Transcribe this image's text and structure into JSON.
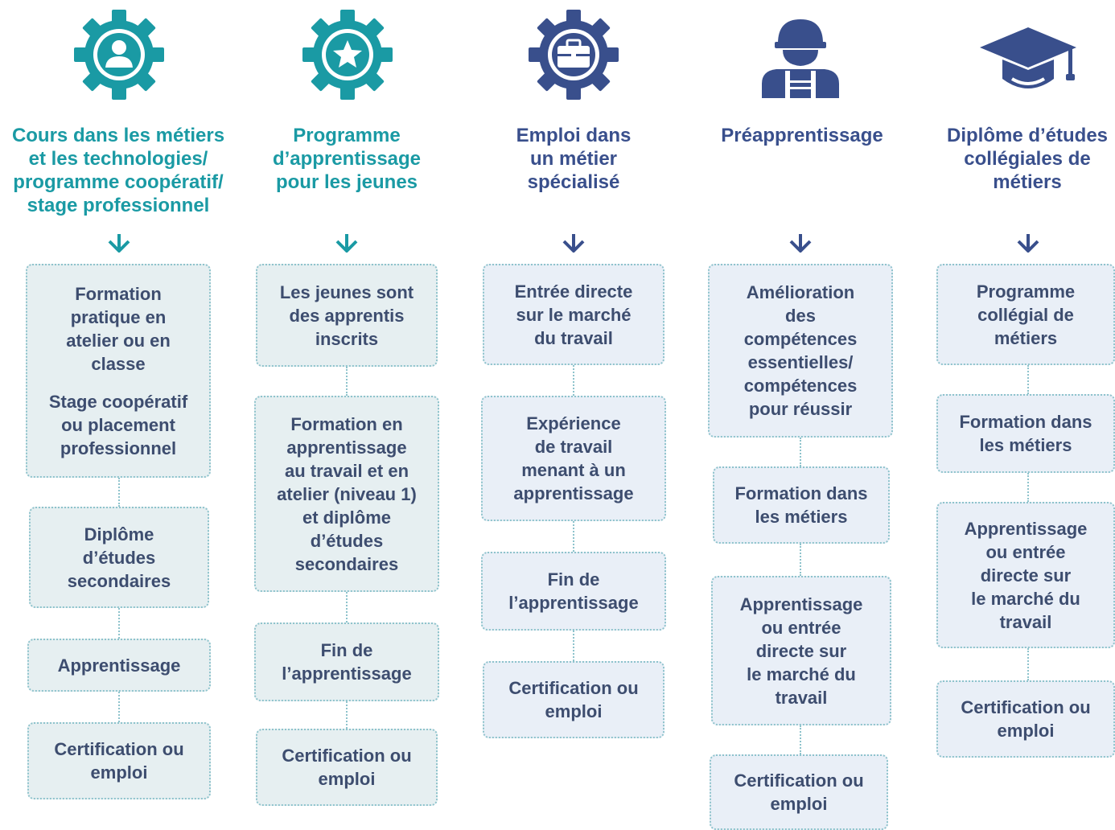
{
  "colors": {
    "teal": "#1a9aa4",
    "navy": "#394f8c",
    "box_text": "#3d4d6f",
    "box_teal_bg": "#e6eff1",
    "box_navy_bg": "#e9eff7",
    "dotted_border": "#8ec3cc"
  },
  "columns": [
    {
      "icon": "gear-person-icon",
      "title": "Cours dans les métiers\net les technologies/\nprogramme coopératif/\nstage professionnel",
      "boxes": [
        {
          "text": "Formation\npratique en\natelier ou en\nclasse",
          "text2": "Stage coopératif\nou placement\nprofessionnel"
        },
        {
          "text": "Diplôme\nd’études\nsecondaires"
        },
        {
          "text": "Apprentissage"
        },
        {
          "text": "Certification ou\nemploi"
        }
      ]
    },
    {
      "icon": "gear-star-icon",
      "title": "Programme\nd’apprentissage\npour les jeunes",
      "boxes": [
        {
          "text": "Les jeunes sont\ndes apprentis\ninscrits"
        },
        {
          "text": "Formation en\napprentissage\nau travail et en\natelier (niveau 1)\net diplôme\nd’études\nsecondaires"
        },
        {
          "text": "Fin de\nl’apprentissage"
        },
        {
          "text": "Certification ou\nemploi"
        }
      ]
    },
    {
      "icon": "gear-briefcase-icon",
      "title": "Emploi dans\nun métier\nspécialisé",
      "boxes": [
        {
          "text": "Entrée directe\nsur le marché\ndu travail"
        },
        {
          "text": "Expérience\nde travail\nmenant à un\napprentissage"
        },
        {
          "text": "Fin de\nl’apprentissage"
        },
        {
          "text": "Certification ou\nemploi"
        }
      ]
    },
    {
      "icon": "worker-hardhat-icon",
      "title": "Préapprentissage",
      "boxes": [
        {
          "text": "Amélioration\ndes\ncompétences\nessentielles/\ncompétences\npour réussir"
        },
        {
          "text": "Formation dans\nles métiers"
        },
        {
          "text": "Apprentissage\nou entrée\ndirecte sur\nle marché du\ntravail"
        },
        {
          "text": "Certification ou\nemploi"
        }
      ]
    },
    {
      "icon": "graduation-cap-icon",
      "title": "Diplôme d’études\ncollégiales de\nmétiers",
      "boxes": [
        {
          "text": "Programme\ncollégial de\nmétiers"
        },
        {
          "text": "Formation dans\nles métiers"
        },
        {
          "text": "Apprentissage\nou entrée\ndirecte sur\nle marché du\ntravail"
        },
        {
          "text": "Certification ou\nemploi"
        }
      ]
    }
  ]
}
